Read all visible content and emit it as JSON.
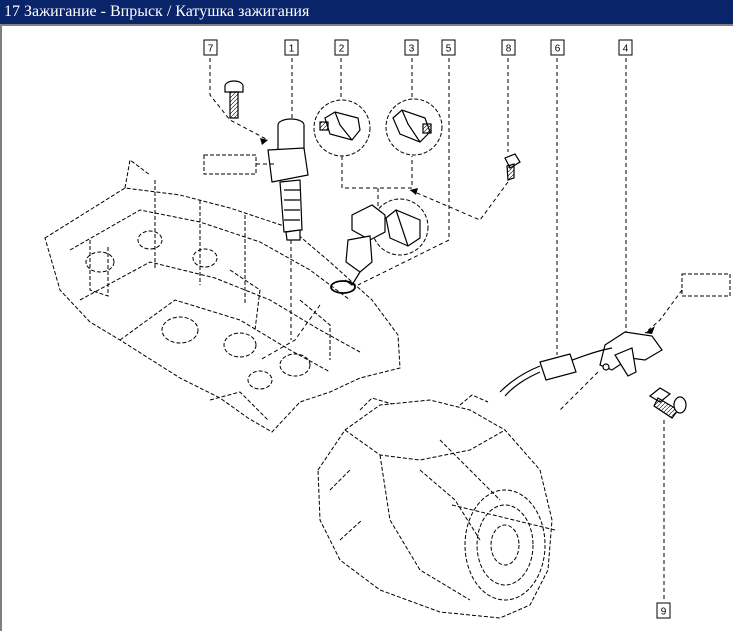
{
  "window": {
    "title": "17 Зажигание - Впрыск / Катушка зажигания"
  },
  "diagram": {
    "callouts": [
      {
        "id": "7",
        "label": "7"
      },
      {
        "id": "1",
        "label": "1"
      },
      {
        "id": "2",
        "label": "2"
      },
      {
        "id": "3",
        "label": "3"
      },
      {
        "id": "5",
        "label": "5"
      },
      {
        "id": "8",
        "label": "8"
      },
      {
        "id": "6",
        "label": "6"
      },
      {
        "id": "4",
        "label": "4"
      },
      {
        "id": "9",
        "label": "9"
      }
    ]
  },
  "colors": {
    "titlebar_bg": "#0a246a",
    "titlebar_fg": "#ffffff",
    "line": "#000000"
  }
}
